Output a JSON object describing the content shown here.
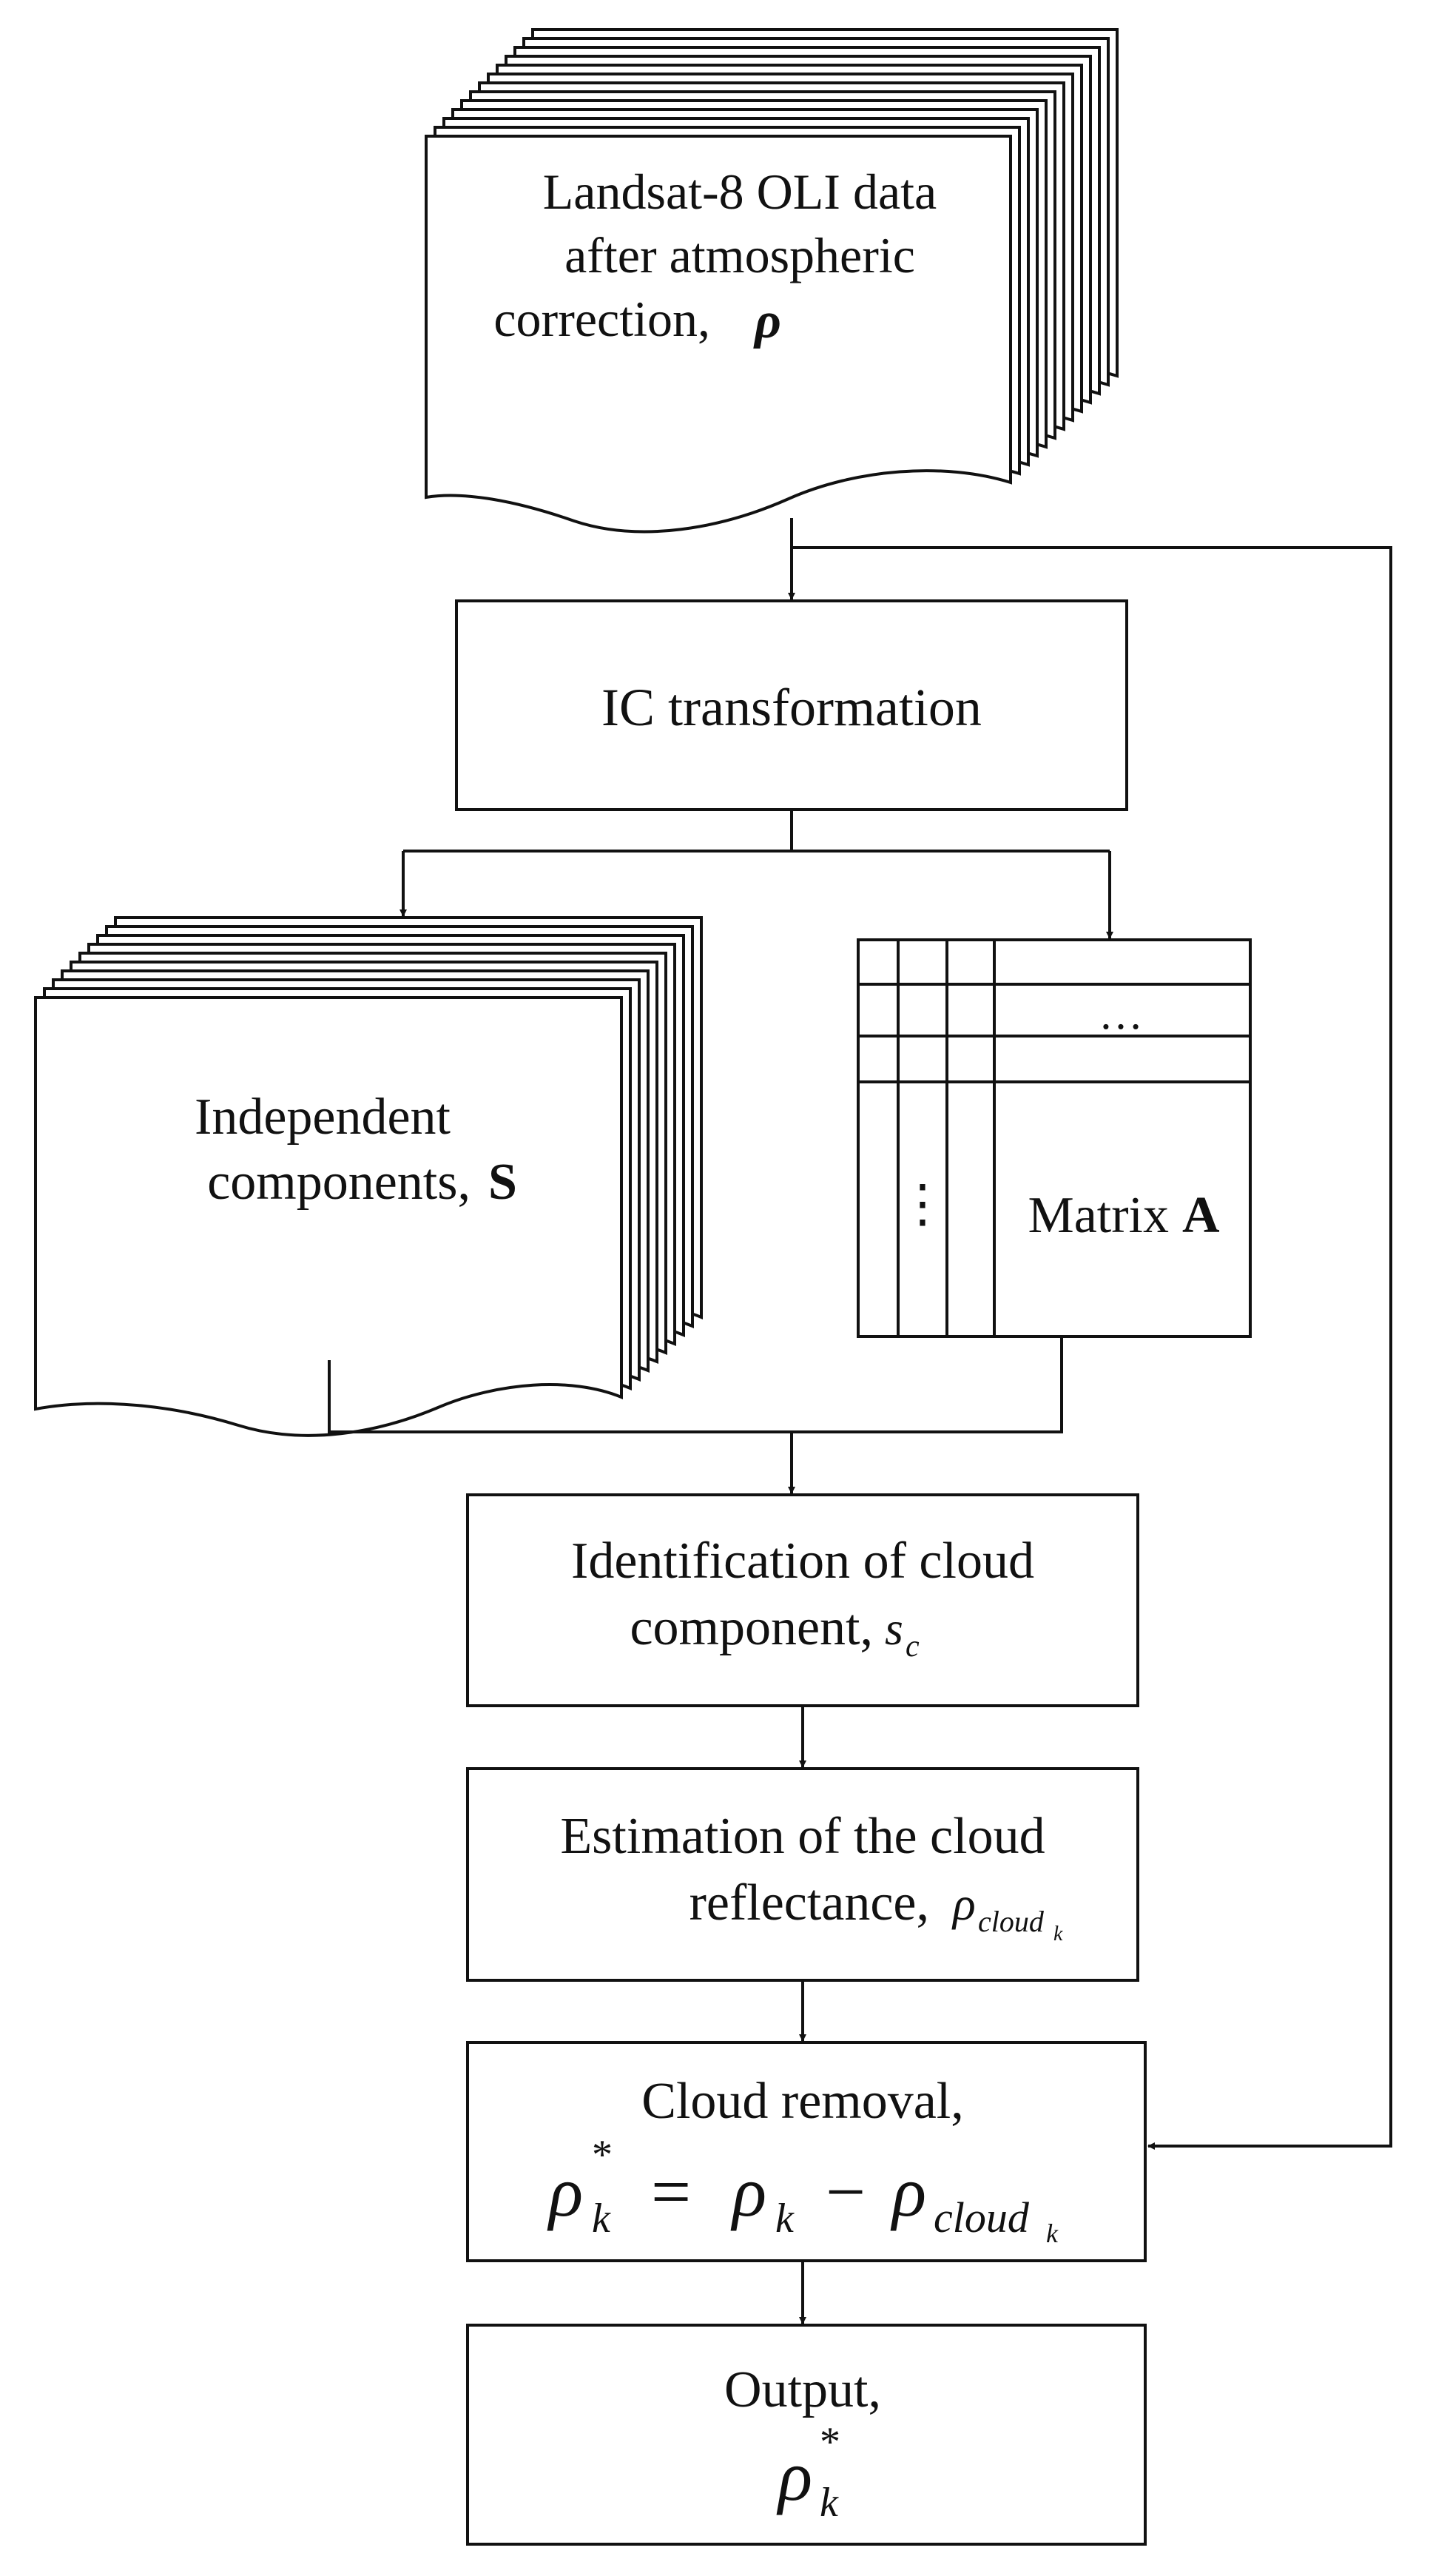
{
  "nodes": {
    "input": {
      "line1": "Landsat-8 OLI data",
      "line2": "after atmospheric",
      "line3": "correction,",
      "symbol": "ρ"
    },
    "ic_transform": {
      "label": "IC transformation"
    },
    "components": {
      "line1": "Independent",
      "line2": "components,",
      "symbol": "S"
    },
    "matrix": {
      "word": "Matrix",
      "symbol": "A",
      "row_ellipsis": "…",
      "col_ellipsis": "⋮"
    },
    "identification": {
      "line1": "Identification of cloud",
      "line2": "component,",
      "sym": "s",
      "sub": "c"
    },
    "estimation": {
      "line1": "Estimation of the cloud",
      "line2": "reflectance,",
      "sym": "ρ",
      "sub": "cloud",
      "subsub": "k"
    },
    "removal": {
      "line1": "Cloud removal,",
      "eq": {
        "lhs": "ρ",
        "lhs_sup": "*",
        "lhs_sub": "k",
        "equals": "=",
        "term1": "ρ",
        "term1_sub": "k",
        "minus": "−",
        "term2": "ρ",
        "term2_sub": "cloud",
        "term2_subsub": "k"
      }
    },
    "output": {
      "line1": "Output,",
      "sym": "ρ",
      "sup": "*",
      "sub": "k"
    }
  }
}
